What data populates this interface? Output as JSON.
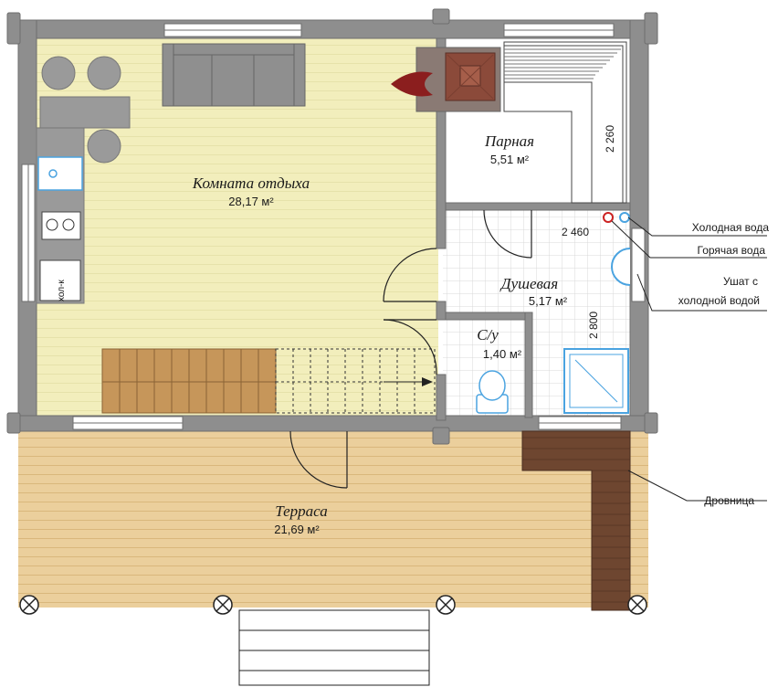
{
  "rooms": {
    "rest_room": {
      "name": "Комната отдыха",
      "area": "28,17 м²"
    },
    "steam_room": {
      "name": "Парная",
      "area": "5,51 м²"
    },
    "shower": {
      "name": "Душевая",
      "area": "5,17 м²"
    },
    "wc": {
      "name": "С/у",
      "area": "1,40 м²"
    },
    "terrace": {
      "name": "Терраса",
      "area": "21,69 м²"
    }
  },
  "dimensions": {
    "steam_room_width": "2 260",
    "shower_length": "2 460",
    "shower_width": "2 800"
  },
  "callouts": {
    "cold_water": "Холодная вода",
    "hot_water": "Горячая вода",
    "bucket_line1": "Ушат с",
    "bucket_line2": "холодной водой",
    "woodshed": "Дровница"
  },
  "appliances": {
    "fridge_label": "хол-к"
  },
  "colors": {
    "rest_room_floor": "#f2eebc",
    "terrace_floor": "#ebcf9c",
    "wall": "#8e8e8e",
    "stairs": "#c6965a",
    "woodshed": "#6e4630",
    "stove": "#8a7a74",
    "stove_inner": "#8b4a3a",
    "fixture_blue": "#4aa3e0",
    "hot_water": "#cc2222"
  }
}
